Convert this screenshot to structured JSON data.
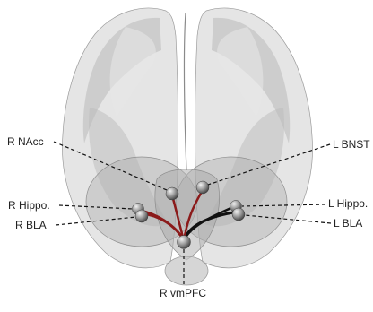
{
  "labels": {
    "r_nacc": "R NAcc",
    "r_hippo": "R Hippo.",
    "r_bla": "R BLA",
    "l_bnst": "L BNST",
    "l_hippo": "L Hippo.",
    "l_bla": "L BLA",
    "r_vmpfc": "R vmPFC"
  },
  "colors": {
    "brain_shell": "#d4d4d4",
    "node": "#8a8a8a",
    "connection_strong": "#111111",
    "connection_weak": "#8b1a1a"
  }
}
